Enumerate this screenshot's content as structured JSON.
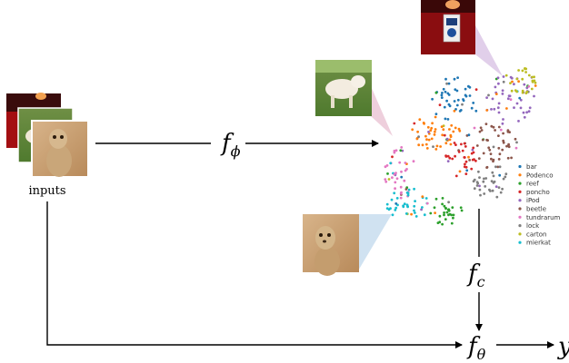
{
  "inputs_label": "inputs",
  "functions": {
    "feature": "f",
    "feature_sub": "ϕ",
    "classifier": "f",
    "classifier_sub": "c",
    "model": "f",
    "model_sub": "θ",
    "output": "y"
  },
  "legend": [
    {
      "label": "bar",
      "color": "#1f77b4"
    },
    {
      "label": "Podenco",
      "color": "#ff7f0e"
    },
    {
      "label": "reef",
      "color": "#2ca02c"
    },
    {
      "label": "poncho",
      "color": "#d62728"
    },
    {
      "label": "iPod",
      "color": "#9467bd"
    },
    {
      "label": "beetle",
      "color": "#8c564b"
    },
    {
      "label": "tundrarum",
      "color": "#e377c2"
    },
    {
      "label": "lock",
      "color": "#7f7f7f"
    },
    {
      "label": "carton",
      "color": "#bcbd22"
    },
    {
      "label": "mierkat",
      "color": "#17becf"
    }
  ]
}
